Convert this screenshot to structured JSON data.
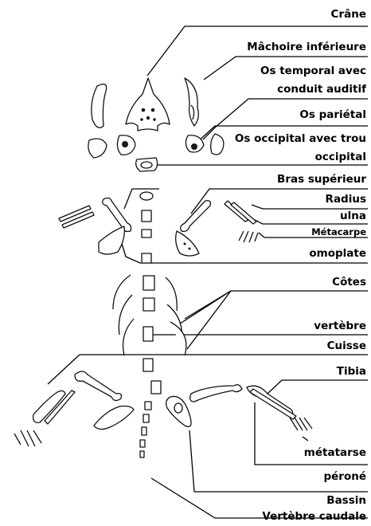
{
  "labels": {
    "crane": "Crâne",
    "machoire": "Mâchoire inférieure",
    "temporal_1": "Os temporal avec",
    "temporal_2": "conduit auditif",
    "parietal": "Os pariétal",
    "occipital_1": "Os occipital avec trou",
    "occipital_2": "occipital",
    "bras": "Bras supérieur",
    "radius": "Radius",
    "ulna": "ulna",
    "metacarpe": "Métacarpe",
    "omoplate": "omoplate",
    "cotes": "Côtes",
    "vertebre": "vertèbre",
    "cuisse": "Cuisse",
    "tibia": "Tibia",
    "metatarse": "métatarse",
    "perone": "péroné",
    "bassin": "Bassin",
    "vertebre_caudale": "Vertèbre caudale"
  },
  "colors": {
    "ink": "#111111",
    "paper": "#ffffff"
  }
}
